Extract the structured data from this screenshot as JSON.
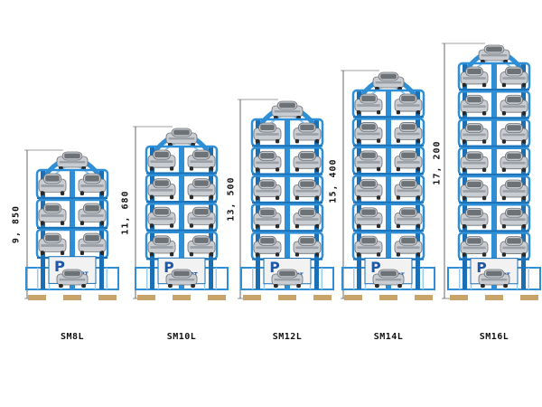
{
  "colors": {
    "frame": "#2f8fd6",
    "frame_dark": "#1b6fb4",
    "frame_light": "#8fcaf2",
    "car_body": "#c9cdd2",
    "car_dark": "#6d7276",
    "wheel": "#2b2b2b",
    "base": "#c9a46a",
    "sign_bg": "#f2f2f2",
    "sign_text": "#1e56a8",
    "dimension_line": "#444444"
  },
  "towers": [
    {
      "model": "SM8L",
      "height_label": "9, 850",
      "sign_brand": "SMART",
      "sign_sub": "PARKING",
      "sign_logo": "P",
      "levels": 4
    },
    {
      "model": "SM10L",
      "height_label": "11, 680",
      "sign_brand": "SMART",
      "sign_sub": "PARKING",
      "sign_logo": "P",
      "levels": 5
    },
    {
      "model": "SM12L",
      "height_label": "13, 500",
      "sign_brand": "SMART",
      "sign_sub": "PARKING",
      "sign_logo": "P",
      "levels": 6
    },
    {
      "model": "SM14L",
      "height_label": "15, 400",
      "sign_brand": "SMART",
      "sign_sub": "PARKING",
      "sign_logo": "P",
      "levels": 7
    },
    {
      "model": "SM16L",
      "height_label": "17, 200",
      "sign_brand": "SMART",
      "sign_sub": "PARKING",
      "sign_logo": "P",
      "levels": 8
    }
  ]
}
